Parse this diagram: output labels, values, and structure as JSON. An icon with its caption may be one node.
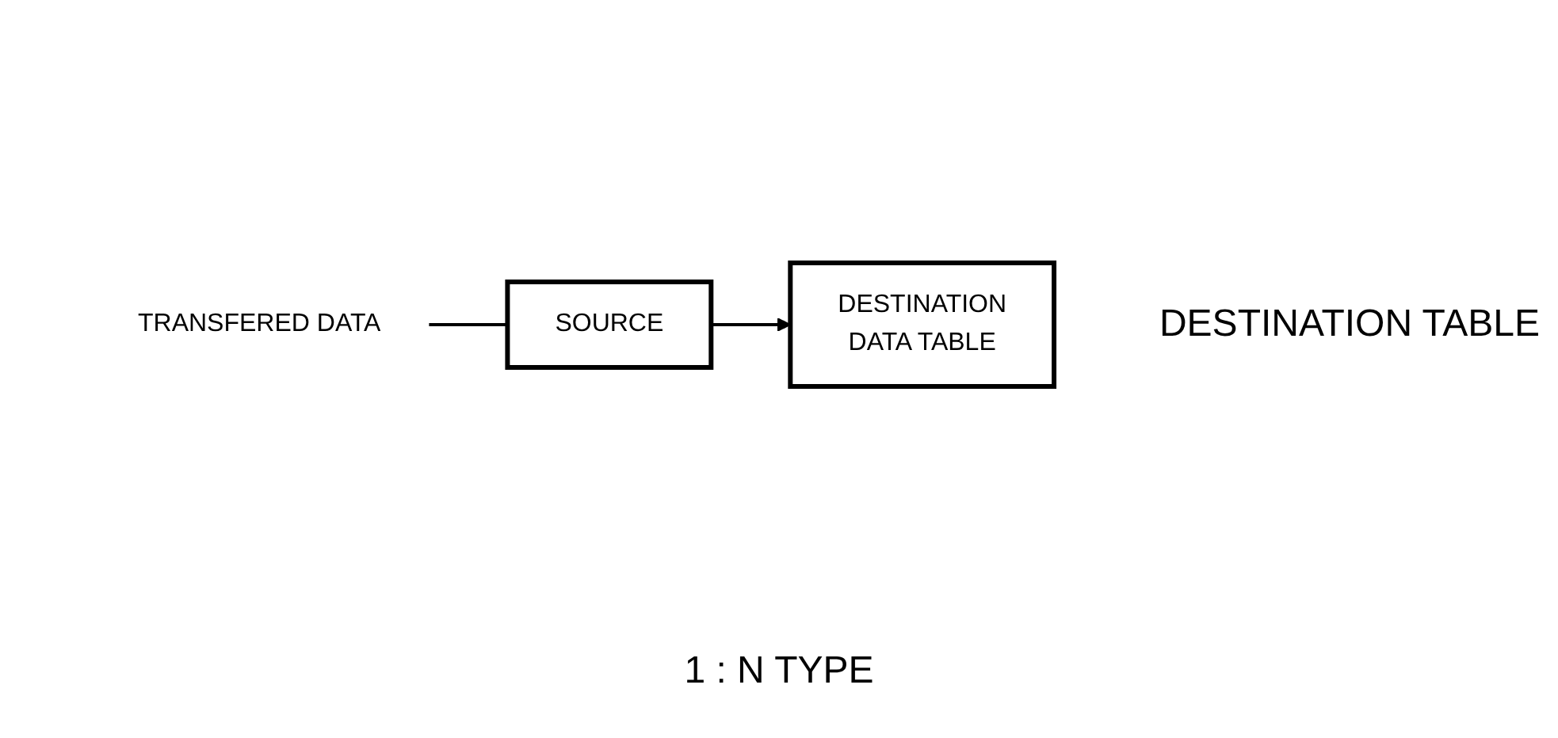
{
  "diagram": {
    "caption": "1 : N TYPE",
    "nodes": [
      {
        "text": [
          "SOURCE"
        ]
      },
      {
        "text": [
          "DESTINATION",
          "DATA TABLE"
        ],
        "beside": [
          "DESTINATION TABLE"
        ]
      },
      {
        "text": [
          "TRANSFERED DATA"
        ]
      }
    ],
    "edges": [
      {
        "from": 0,
        "to": 1,
        "arrow": "to"
      },
      {
        "from": 2,
        "to": 0,
        "arrow": "none"
      }
    ]
  }
}
